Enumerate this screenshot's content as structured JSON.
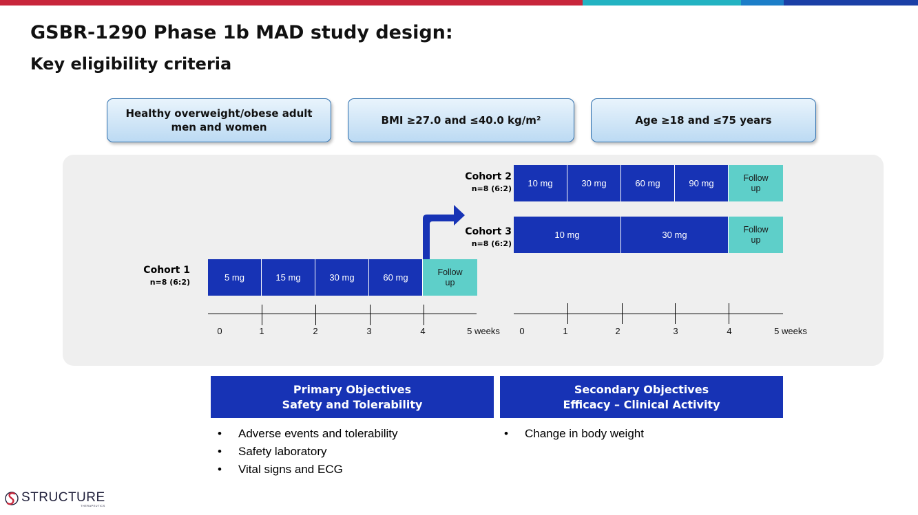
{
  "colors": {
    "bar_red": "#c8263b",
    "bar_teal": "#23b3c2",
    "bar_blue": "#1c7ec8",
    "bar_navy": "#1b3fa6",
    "dose_block": "#1733b5",
    "follow_up_block": "#5ecfc9",
    "objective_header": "#1733b5",
    "panel_bg": "#efefef"
  },
  "title": {
    "line1": "GSBR-1290 Phase 1b MAD study design:",
    "line2": "Key eligibility criteria"
  },
  "criteria": [
    "Healthy overweight/obese adult\nmen and women",
    "BMI ≥27.0 and ≤40.0 kg/m²",
    "Age ≥18 and ≤75 years"
  ],
  "cohorts": [
    {
      "name": "Cohort 1",
      "size": "n=8 (6:2)",
      "doses": [
        "5 mg",
        "15 mg",
        "30 mg",
        "60 mg"
      ],
      "follow_up": "Follow\nup"
    },
    {
      "name": "Cohort 2",
      "size": "n=8 (6:2)",
      "doses": [
        "10 mg",
        "30 mg",
        "60 mg",
        "90 mg"
      ],
      "follow_up": "Follow\nup"
    },
    {
      "name": "Cohort 3",
      "size": "n=8 (6:2)",
      "doses": [
        "10 mg",
        "30 mg"
      ],
      "follow_up": "Follow\nup"
    }
  ],
  "timeline": {
    "left_ticks": [
      "0",
      "1",
      "2",
      "3",
      "4",
      "5 weeks"
    ],
    "right_ticks": [
      "0",
      "1",
      "2",
      "3",
      "4",
      "5 weeks"
    ]
  },
  "objectives": {
    "primary": {
      "title": "Primary Objectives",
      "subtitle": "Safety and Tolerability",
      "items": [
        "Adverse events and tolerability",
        "Safety laboratory",
        "Vital signs and ECG"
      ]
    },
    "secondary": {
      "title": "Secondary Objectives",
      "subtitle": "Efficacy – Clinical Activity",
      "items": [
        "Change in body weight"
      ]
    }
  },
  "logo": {
    "name": "STRUCTURE",
    "sub": "THERAPEUTICS"
  }
}
